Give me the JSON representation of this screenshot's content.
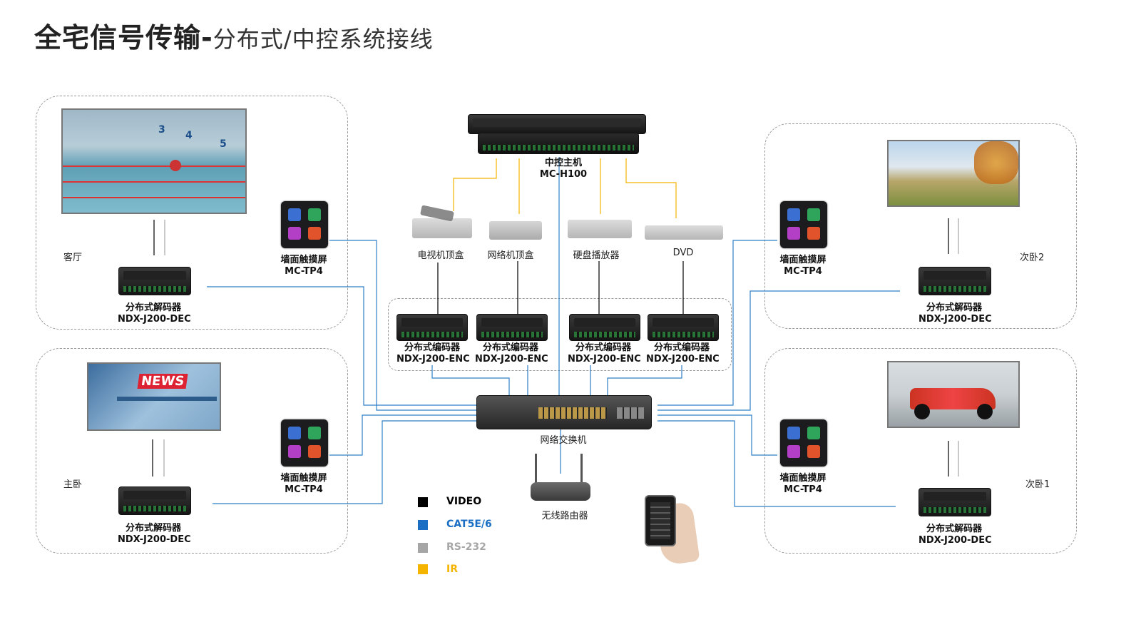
{
  "title": {
    "main": "全宅信号传输",
    "dash": "-",
    "sub": "分布式/中控系统接线"
  },
  "rooms": {
    "living": "客厅",
    "master": "主卧",
    "second2": "次卧2",
    "second1": "次卧1"
  },
  "host": {
    "line1": "中控主机",
    "line2": "MC-H100"
  },
  "sources": [
    "电视机顶盒",
    "网络机顶盒",
    "硬盘播放器",
    "DVD"
  ],
  "encoder": {
    "line1": "分布式编码器",
    "line2": "NDX-J200-ENC"
  },
  "decoder": {
    "line1": "分布式解码器",
    "line2": "NDX-J200-DEC"
  },
  "touch": {
    "line1": "墙面触摸屏",
    "line2": "MC-TP4"
  },
  "switch": "网络交换机",
  "router": "无线路由器",
  "screen_text": {
    "news": "NEWS",
    "lanes": [
      "3",
      "4",
      "5"
    ]
  },
  "legend": [
    {
      "name": "VIDEO",
      "color": "#000000"
    },
    {
      "name": "CAT5E/6",
      "color": "#1a6fc4"
    },
    {
      "name": "RS-232",
      "color": "#a6a6a6"
    },
    {
      "name": "IR",
      "color": "#f5b400"
    }
  ],
  "colors": {
    "cat": "#2f7fc8",
    "ir": "#f5b400",
    "video": "#000000"
  }
}
